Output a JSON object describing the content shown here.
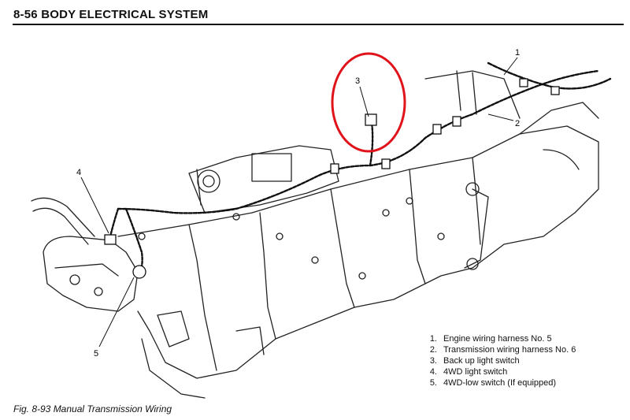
{
  "page": {
    "header": "8-56 BODY ELECTRICAL SYSTEM",
    "caption": "Fig. 8-93  Manual Transmission Wiring"
  },
  "figure": {
    "callouts": [
      "1",
      "2",
      "3",
      "4",
      "5"
    ],
    "highlight_color": "#e0131b",
    "legend": [
      {
        "num": "1.",
        "text": "Engine wiring harness No. 5"
      },
      {
        "num": "2.",
        "text": "Transmission wiring harness No. 6"
      },
      {
        "num": "3.",
        "text": "Back up light switch"
      },
      {
        "num": "4.",
        "text": "4WD light switch"
      },
      {
        "num": "5.",
        "text": "4WD-low switch (If equipped)"
      }
    ]
  }
}
